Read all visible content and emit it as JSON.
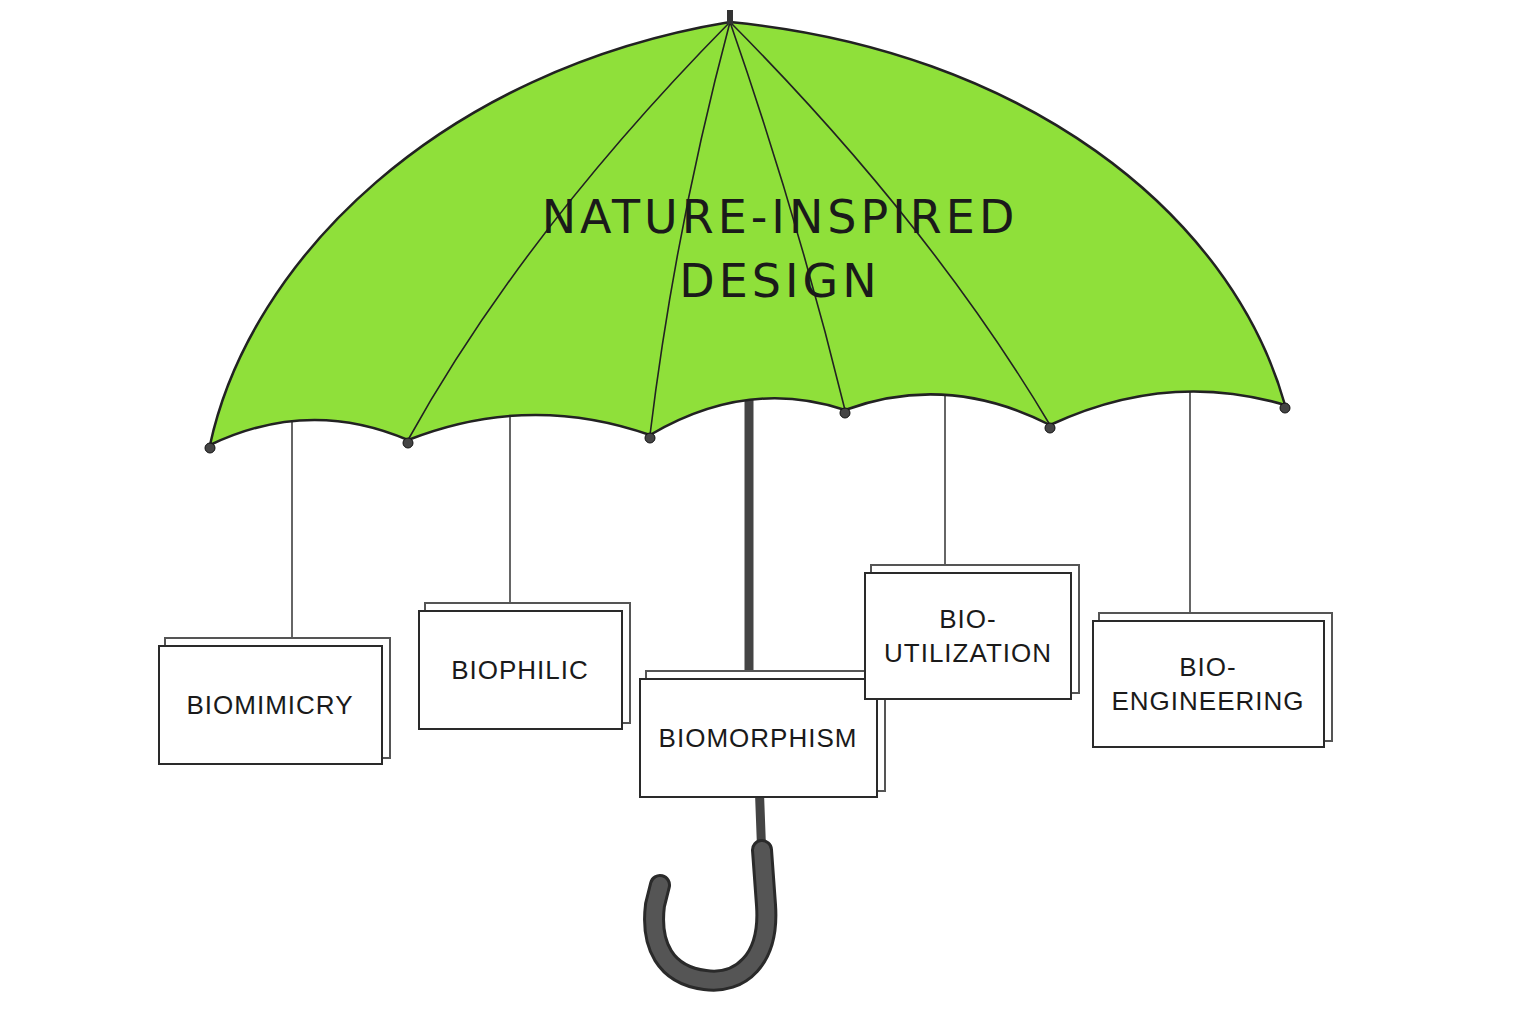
{
  "diagram": {
    "nodes": [
      {
        "text": [
          "NATURE-INSPIRED DESIGN"
        ]
      },
      {
        "text": [
          "BIOMIMICRY"
        ]
      },
      {
        "text": [
          "BIOPHILIC"
        ]
      },
      {
        "text": [
          "BIOMORPHISM"
        ]
      },
      {
        "text": [
          "BIO- UTILIZATION"
        ]
      },
      {
        "text": [
          "BIO- ENGINEERING"
        ]
      }
    ],
    "edges": [
      {
        "from": 0,
        "to": 1,
        "arrow": "to"
      },
      {
        "from": 0,
        "to": 2,
        "arrow": "to"
      },
      {
        "from": 0,
        "to": 3,
        "arrow": "none"
      },
      {
        "from": 0,
        "to": 4,
        "arrow": "to"
      },
      {
        "from": 0,
        "to": 5,
        "arrow": "to"
      }
    ]
  }
}
